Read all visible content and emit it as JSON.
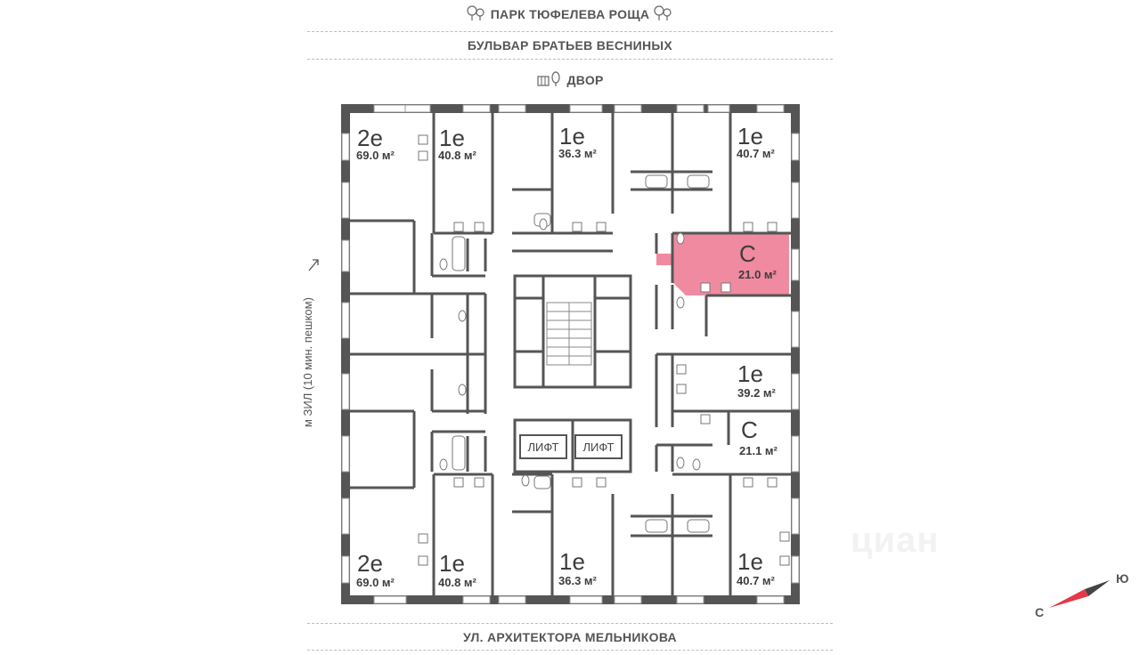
{
  "streets": {
    "top_park": "ПАРК ТЮФЕЛЕВА РОЩА",
    "top_boulevard": "БУЛЬВАР БРАТЬЕВ ВЕСНИНЫХ",
    "top_yard": "ДВОР",
    "bottom": "УЛ. АРХИТЕКТОРА МЕЛЬНИКОВА",
    "side_metro": "м ЗИЛ (10 мин. пешком)"
  },
  "apartments": [
    {
      "type": "2е",
      "area": "69.0 м²"
    },
    {
      "type": "1е",
      "area": "40.8 м²"
    },
    {
      "type": "1е",
      "area": "36.3 м²"
    },
    {
      "type": "1е",
      "area": "40.7 м²"
    },
    {
      "type": "С",
      "area": "21.0 м²",
      "highlighted": true
    },
    {
      "type": "1е",
      "area": "39.2 м²"
    },
    {
      "type": "С",
      "area": "21.1 м²"
    },
    {
      "type": "2е",
      "area": "69.0 м²"
    },
    {
      "type": "1е",
      "area": "40.8 м²"
    },
    {
      "type": "1е",
      "area": "36.3 м²"
    },
    {
      "type": "1е",
      "area": "40.7 м²"
    }
  ],
  "lifts": [
    "ЛИФТ",
    "ЛИФТ"
  ],
  "compass": {
    "north": "С",
    "south": "Ю"
  },
  "watermark": "циан",
  "colors": {
    "wall": "#555555",
    "highlight": "#f08aa0",
    "compass_red": "#e53848",
    "compass_grey": "#444444"
  },
  "icons": [
    "tree-icon",
    "playground-icon",
    "arrow-icon",
    "compass-icon"
  ]
}
